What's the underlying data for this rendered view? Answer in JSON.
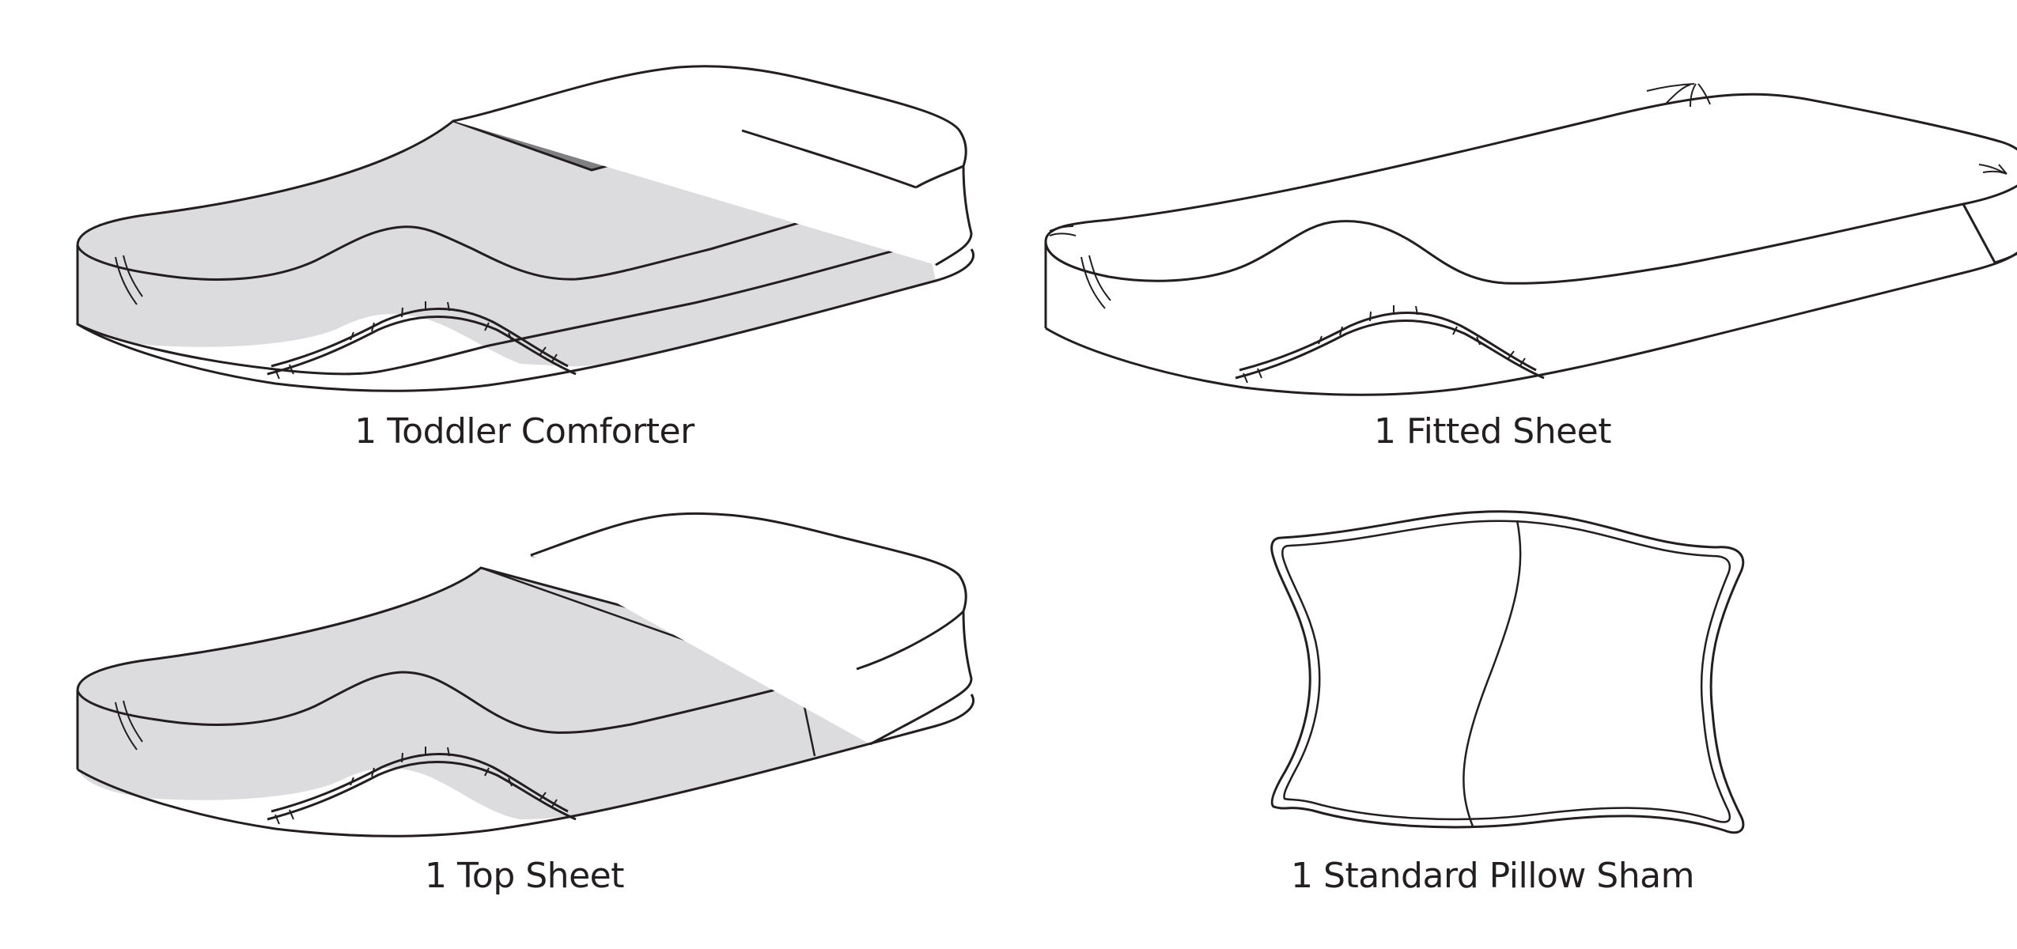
{
  "items": [
    {
      "label": "1 Toddler Comforter"
    },
    {
      "label": "1 Fitted Sheet"
    },
    {
      "label": "1 Top Sheet"
    },
    {
      "label": "1 Standard Pillow Sham"
    }
  ],
  "colors": {
    "line": "#231f20",
    "fabric_fill": "#dcdcde",
    "fold_fill": "#808083",
    "background": "#ffffff"
  }
}
